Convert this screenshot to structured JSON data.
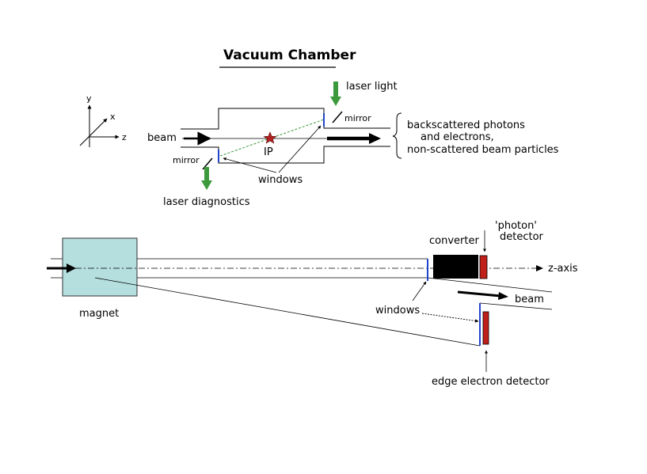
{
  "title": "Vacuum Chamber",
  "axes": {
    "y": "y",
    "x": "x",
    "z": "z"
  },
  "chamber": {
    "beam": "beam",
    "laser_light": "laser light",
    "mirror_top": "mirror",
    "mirror_bottom": "mirror",
    "ip": "IP",
    "windows": "windows",
    "laser_diagnostics": "laser diagnostics",
    "output_line1": "backscattered photons",
    "output_line2": "and electrons,",
    "output_line3": "non-scattered beam particles"
  },
  "beamline": {
    "magnet": "magnet",
    "converter": "converter",
    "photon_detector_line1": "'photon'",
    "photon_detector_line2": "detector",
    "z_axis": "z-axis",
    "beam": "beam",
    "windows": "windows",
    "edge_detector": "edge electron detector"
  },
  "colors": {
    "laser_arrow": "#3c9a3c",
    "ip_star": "#b22222",
    "window": "#2244cc",
    "magnet_fill": "#b5dede",
    "detector": "#c0201a",
    "converter": "#000000"
  }
}
